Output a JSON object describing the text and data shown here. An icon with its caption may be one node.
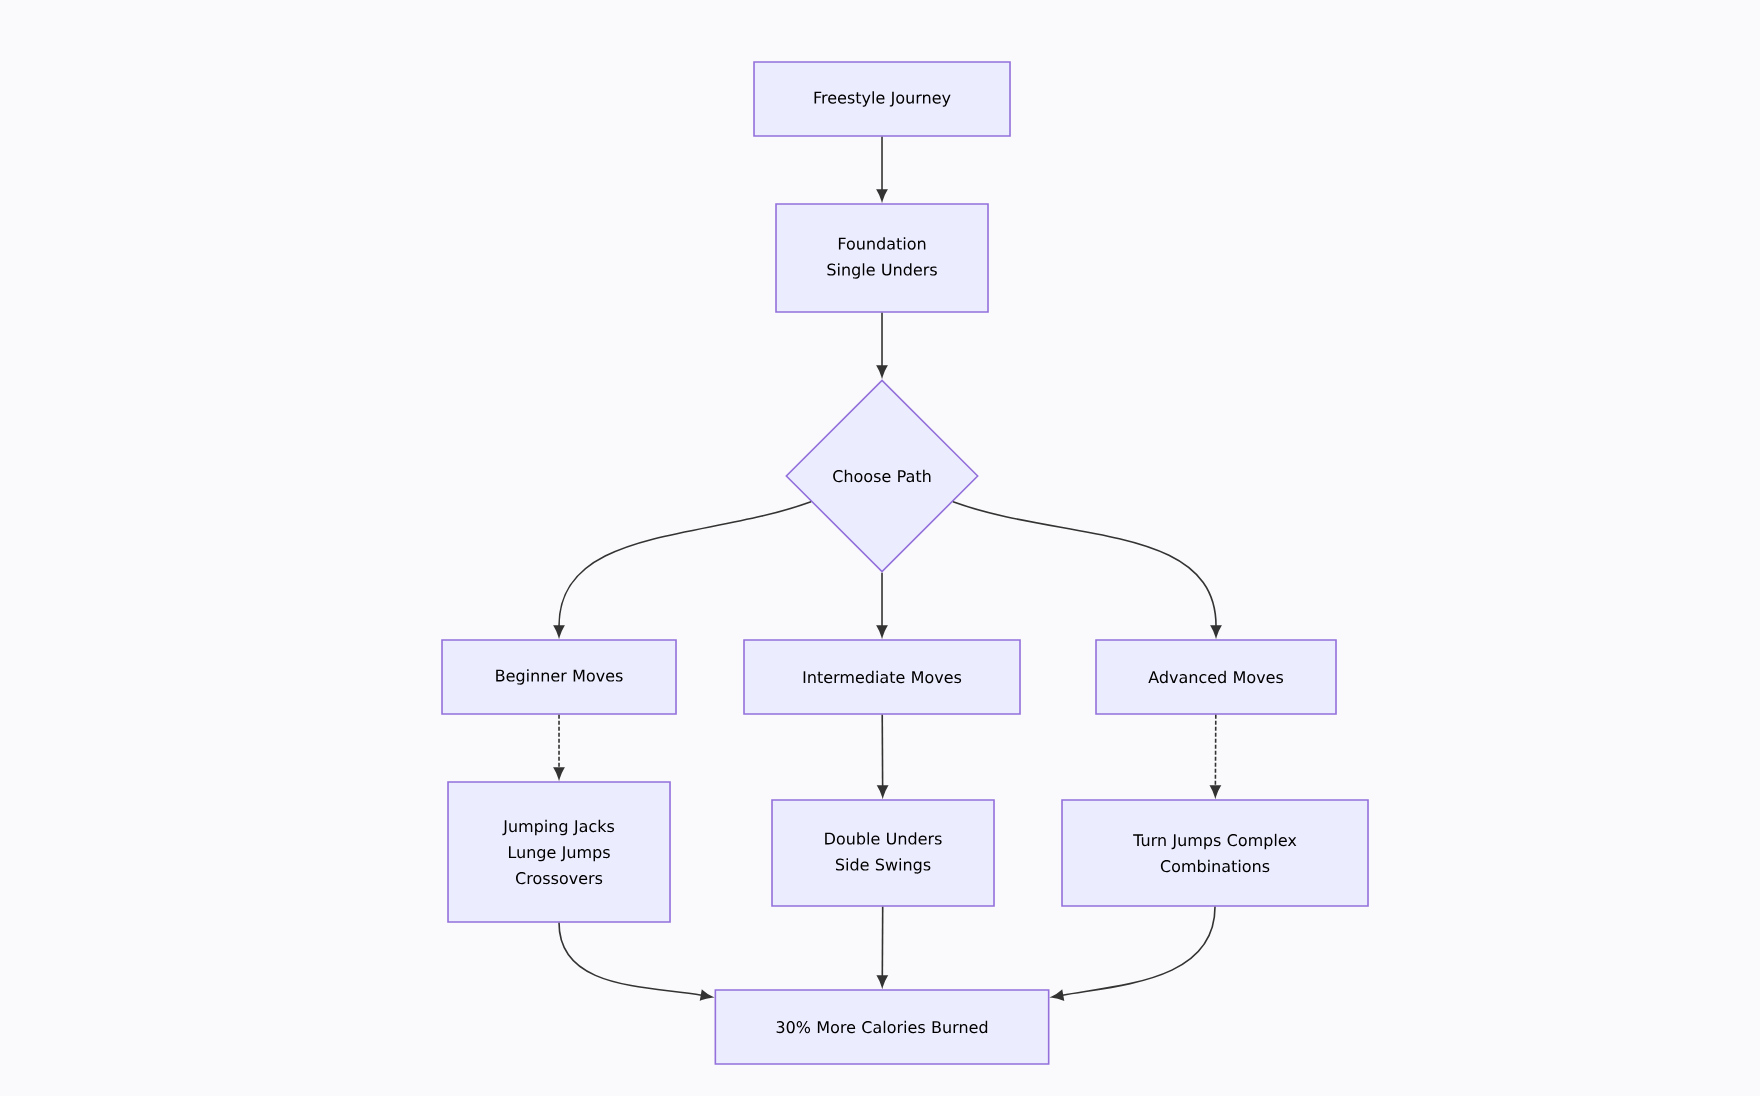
{
  "diagram": {
    "nodes": [
      {
        "text": [
          "Freestyle Journey"
        ]
      },
      {
        "text": [
          "Foundation Single Unders"
        ]
      },
      {
        "text": [
          "Choose Path"
        ]
      },
      {
        "text": [
          "Beginner Moves"
        ]
      },
      {
        "text": [
          "Intermediate Moves"
        ]
      },
      {
        "text": [
          "Advanced Moves"
        ]
      },
      {
        "text": [
          "Jumping Jacks Lunge Jumps Crossovers"
        ]
      },
      {
        "text": [
          "Double Unders Side Swings"
        ]
      },
      {
        "text": [
          "Turn Jumps Complex Combinations"
        ]
      },
      {
        "text": [
          "30% More Calories Burned"
        ]
      }
    ],
    "edges": [
      {
        "from": 0,
        "to": 1,
        "arrow": "to"
      },
      {
        "from": 1,
        "to": 2,
        "arrow": "to"
      },
      {
        "from": 2,
        "to": 3,
        "arrow": "to"
      },
      {
        "from": 2,
        "to": 4,
        "arrow": "to"
      },
      {
        "from": 2,
        "to": 5,
        "arrow": "to"
      },
      {
        "from": 3,
        "to": 6,
        "arrow": "to",
        "style": "dashed"
      },
      {
        "from": 4,
        "to": 7,
        "arrow": "to"
      },
      {
        "from": 5,
        "to": 8,
        "arrow": "to",
        "style": "dashed"
      },
      {
        "from": 6,
        "to": 9,
        "arrow": "to"
      },
      {
        "from": 7,
        "to": 9,
        "arrow": "to"
      },
      {
        "from": 8,
        "to": 9,
        "arrow": "to"
      }
    ]
  }
}
